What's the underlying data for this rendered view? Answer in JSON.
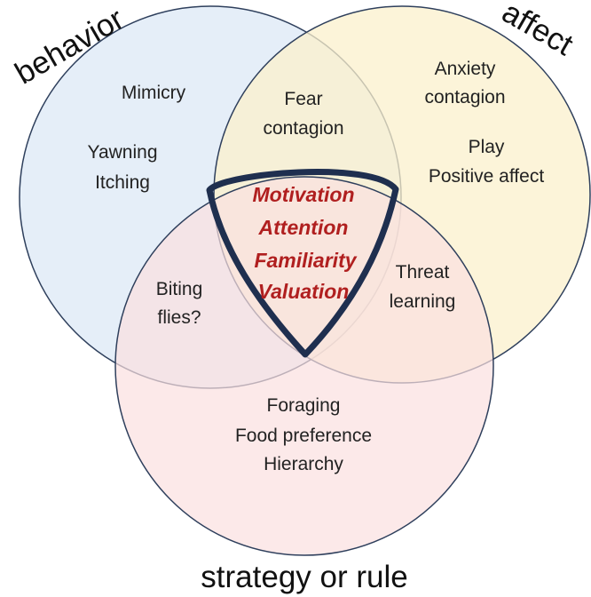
{
  "labels": {
    "behavior": "behavior",
    "affect": "affect",
    "strategy": "strategy or rule"
  },
  "behavior_only": [
    "Mimicry",
    "Yawning",
    "Itching"
  ],
  "affect_only": [
    "Anxiety",
    "contagion",
    "Play",
    "Positive affect"
  ],
  "strategy_only": [
    "Foraging",
    "Food preference",
    "Hierarchy"
  ],
  "behavior_affect": [
    "Fear",
    "contagion"
  ],
  "behavior_strategy": [
    "Biting",
    "flies?"
  ],
  "affect_strategy": [
    "Threat",
    "learning"
  ],
  "core": [
    "Motivation",
    "Attention",
    "Familiarity",
    "Valuation"
  ],
  "colors": {
    "behavior_fill": "#dce8f5",
    "affect_fill": "#fbf0cc",
    "strategy_fill": "#fbe0e0",
    "circle_stroke": "#2e3f5c",
    "core_stroke": "#1f2f4f",
    "core_text": "#b01f1f"
  }
}
